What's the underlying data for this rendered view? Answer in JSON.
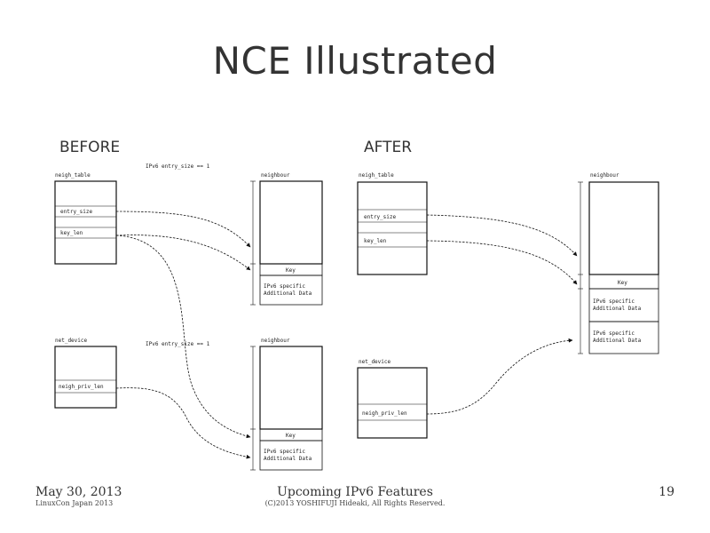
{
  "slide": {
    "title": "NCE Illustrated",
    "before_label": "BEFORE",
    "after_label": "AFTER"
  },
  "before": {
    "neigh_table": {
      "name": "neigh_table",
      "field1": "entry_size",
      "field2": "key_len"
    },
    "net_device": {
      "name": "net_device",
      "field1": "neigh_priv_len"
    },
    "neighbour_top": {
      "name": "neighbour",
      "key": "Key",
      "extra": [
        "IPv6 specific",
        "Additional Data"
      ]
    },
    "neighbour_bottom": {
      "name": "neighbour",
      "key": "Key",
      "extra": [
        "IPv6 specific",
        "Additional Data"
      ]
    },
    "size_label_top": "IPv6 entry_size == 1",
    "size_label_bottom": "IPv6 entry_size == 1"
  },
  "after": {
    "neigh_table": {
      "name": "neigh_table",
      "field1": "entry_size",
      "field2": "key_len"
    },
    "net_device": {
      "name": "net_device",
      "field1": "neigh_priv_len"
    },
    "neighbour": {
      "name": "neighbour",
      "key": "Key",
      "extra1": [
        "IPv6 specific",
        "Additional Data"
      ],
      "extra2": [
        "IPv6 specific",
        "Additional Data"
      ]
    }
  },
  "footer": {
    "date": "May 30, 2013",
    "event": "LinuxCon Japan 2013",
    "talk": "Upcoming IPv6 Features",
    "copyright": "(C)2013 YOSHIFUJI Hideaki, All Rights Reserved.",
    "page": "19"
  }
}
